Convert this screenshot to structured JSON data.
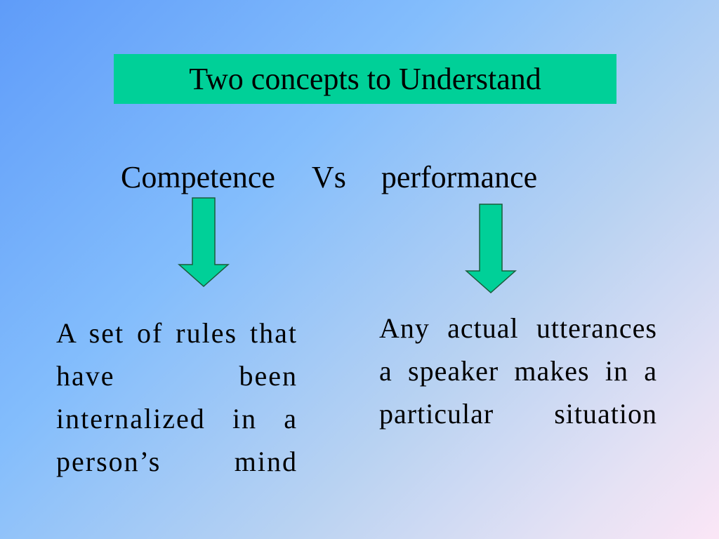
{
  "slide": {
    "title": "Two concepts to Understand",
    "concepts": {
      "left": "Competence",
      "middle": "Vs",
      "right": "performance"
    },
    "descriptions": {
      "left": "A set of rules that have been internalized in a person’s mind",
      "right": "Any actual utterances a speaker makes in a particular situation"
    }
  },
  "colors": {
    "title_box": "#00d098",
    "arrow_fill": "#00d098",
    "arrow_stroke": "#1a5c3a",
    "background_start": "#5f9cf9",
    "background_end": "#fbe6f6"
  },
  "icons": {
    "left_arrow": "down-arrow-icon",
    "right_arrow": "down-arrow-icon"
  }
}
